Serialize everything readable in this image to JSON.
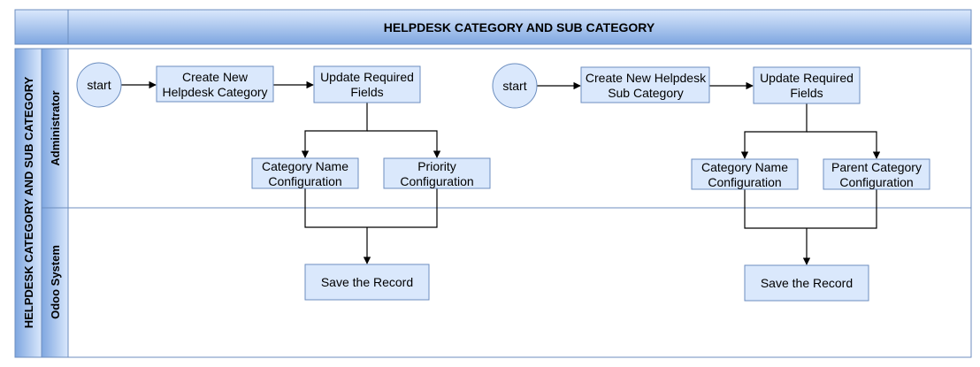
{
  "title": "HELPDESK CATEGORY AND SUB CATEGORY",
  "pool_label": "HELPDESK CATEGORY AND SUB CATEGORY",
  "lanes": {
    "administrator": "Administrator",
    "odoo_system": "Odoo System"
  },
  "flow_category": {
    "start": "start",
    "create": [
      "Create New",
      "Helpdesk Category"
    ],
    "update": [
      "Update Required",
      "Fields"
    ],
    "name_config": [
      "Category Name",
      "Configuration"
    ],
    "priority_config": [
      "Priority",
      "Configuration"
    ],
    "save": "Save the Record"
  },
  "flow_subcategory": {
    "start": "start",
    "create": [
      "Create New Helpdesk",
      "Sub Category"
    ],
    "update": [
      "Update Required",
      "Fields"
    ],
    "name_config": [
      "Category Name",
      "Configuration"
    ],
    "parent_config": [
      "Parent Category",
      "Configuration"
    ],
    "save": "Save the Record"
  },
  "colors": {
    "header_fill": "#dae8fc",
    "node_fill": "#dae8fc",
    "stroke": "#6c8ebf"
  }
}
